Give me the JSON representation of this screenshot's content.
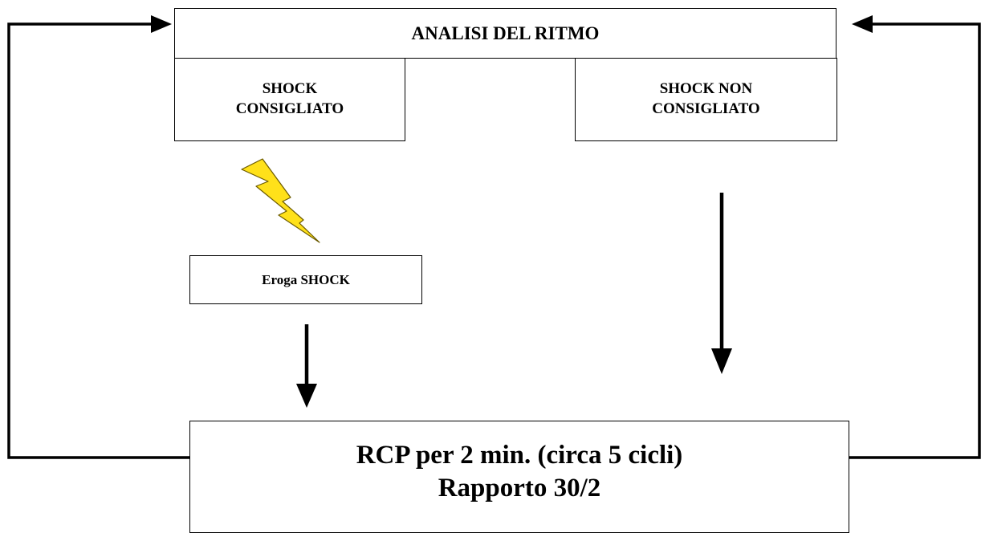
{
  "title": "ANALISI DEL RITMO",
  "branches": {
    "shock": {
      "line1": "SHOCK",
      "line2": "CONSIGLIATO"
    },
    "no_shock": {
      "line1": "SHOCK NON",
      "line2": "CONSIGLIATO"
    }
  },
  "deliver_shock": "Eroga SHOCK",
  "rcp": {
    "line1": "RCP per 2 min. (circa 5 cicli)",
    "line2": "Rapporto 30/2"
  },
  "icons": {
    "lightning": "lightning-bolt-icon"
  },
  "colors": {
    "lightning_fill": "#FFE11A",
    "lightning_stroke": "#6B5A00",
    "line": "#000000"
  }
}
